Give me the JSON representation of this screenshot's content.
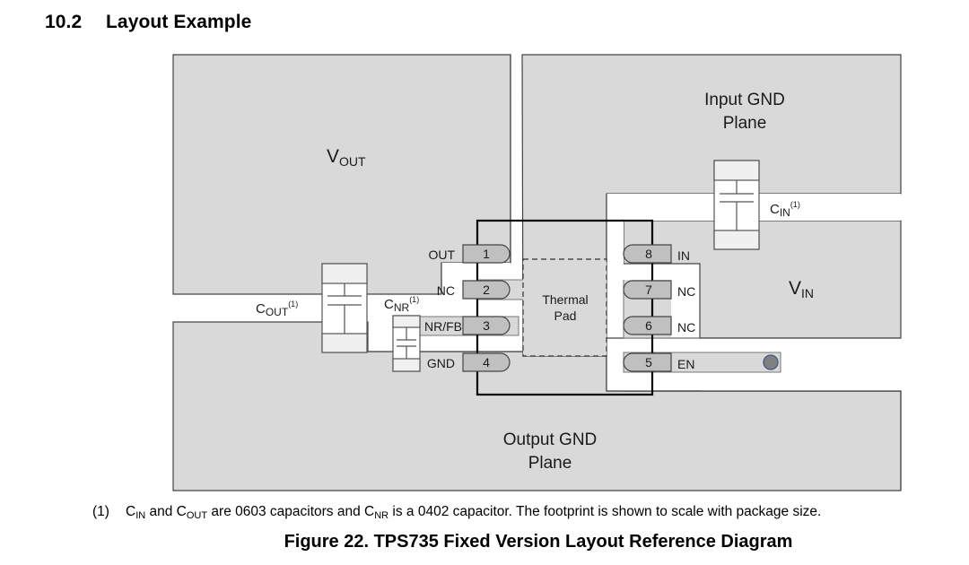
{
  "section": {
    "number": "10.2",
    "title": "Layout Example"
  },
  "diagram": {
    "planes": {
      "vout": {
        "main": "V",
        "sub": "OUT"
      },
      "input_gnd": {
        "line1": "Input GND",
        "line2": "Plane"
      },
      "vin": {
        "main": "V",
        "sub": "IN"
      },
      "output_gnd": {
        "line1": "Output GND",
        "line2": "Plane"
      }
    },
    "thermal_pad": {
      "line1": "Thermal",
      "line2": "Pad"
    },
    "pins": [
      {
        "number": "1",
        "name": "OUT"
      },
      {
        "number": "2",
        "name": "NC"
      },
      {
        "number": "3",
        "name": "NR/FB"
      },
      {
        "number": "4",
        "name": "GND"
      },
      {
        "number": "5",
        "name": "EN"
      },
      {
        "number": "6",
        "name": "NC"
      },
      {
        "number": "7",
        "name": "NC"
      },
      {
        "number": "8",
        "name": "IN"
      }
    ],
    "capacitors": {
      "cout": {
        "main": "C",
        "sub": "OUT",
        "note": "(1)"
      },
      "cnr": {
        "main": "C",
        "sub": "NR",
        "note": "(1)"
      },
      "cin": {
        "main": "C",
        "sub": "IN",
        "note": "(1)"
      }
    },
    "colors": {
      "plane_fill": "#d9d9d9",
      "pad_fill": "#c0c0c0",
      "cap_pad_fill": "#f0f0f0",
      "via_fill": "#808080",
      "via_stroke": "#3a5a8a"
    }
  },
  "footnote": {
    "mark": "(1)",
    "parts": [
      {
        "t": "C"
      },
      {
        "s": "IN"
      },
      {
        "t": " and C"
      },
      {
        "s": "OUT"
      },
      {
        "t": " are 0603 capacitors and C"
      },
      {
        "s": "NR"
      },
      {
        "t": " is a 0402 capacitor. The footprint is shown to scale with package size."
      }
    ]
  },
  "caption": "Figure 22.  TPS735 Fixed Version Layout Reference Diagram"
}
